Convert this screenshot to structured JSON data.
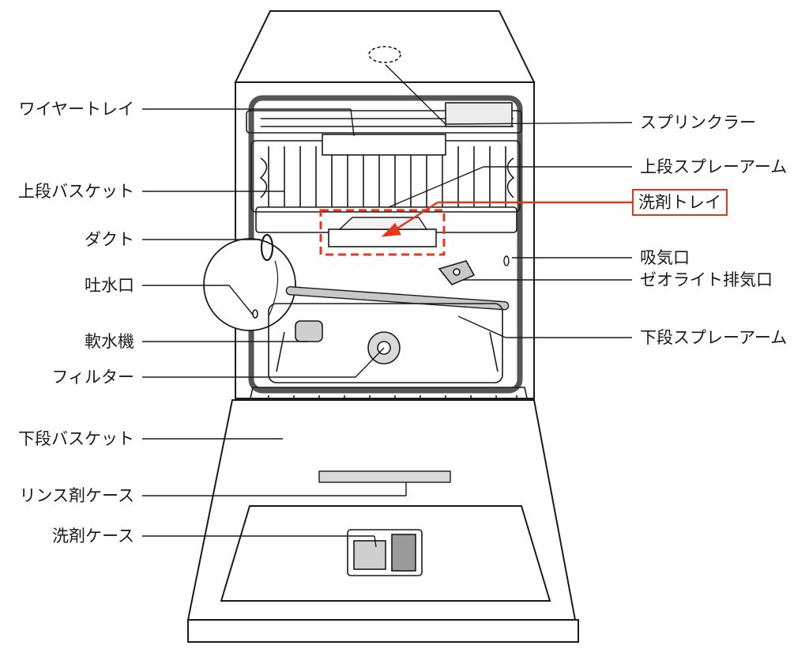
{
  "colors": {
    "line": "#1a1a1a",
    "highlight": "#e8351b",
    "tub_edge": "#555555",
    "panel_fill": "#f2f2f2"
  },
  "labels": {
    "left": {
      "wire_tray": "ワイヤートレイ",
      "upper_basket": "上段バスケット",
      "duct": "ダクト",
      "water_outlet": "吐水口",
      "water_softener": "軟水機",
      "filter": "フィルター",
      "lower_basket": "下段バスケット",
      "rinse_aid_case": "リンス剤ケース",
      "detergent_case": "洗剤ケース"
    },
    "right": {
      "sprinkler": "スプリンクラー",
      "upper_spray_arm": "上段スプレーアーム",
      "detergent_tray": "洗剤トレイ",
      "air_intake": "吸気口",
      "zeolite_exhaust": "ゼオライト排気口",
      "lower_spray_arm": "下段スプレーアーム"
    }
  },
  "icons": {
    "dishwasher": "dishwasher-line-drawing",
    "magnifier": "magnifier-circle-icon",
    "arrow": "highlight-arrow-icon"
  }
}
